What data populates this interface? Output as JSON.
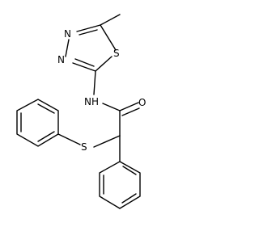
{
  "molecule": {
    "atoms": {
      "n_ring_top": "N",
      "n_ring_left": "N",
      "s_ring": "S",
      "nh": "NH",
      "o_carbonyl": "O",
      "s_thioether": "S"
    }
  },
  "colors": {
    "bond": "#000000",
    "label": "#000000",
    "background": "#ffffff"
  }
}
